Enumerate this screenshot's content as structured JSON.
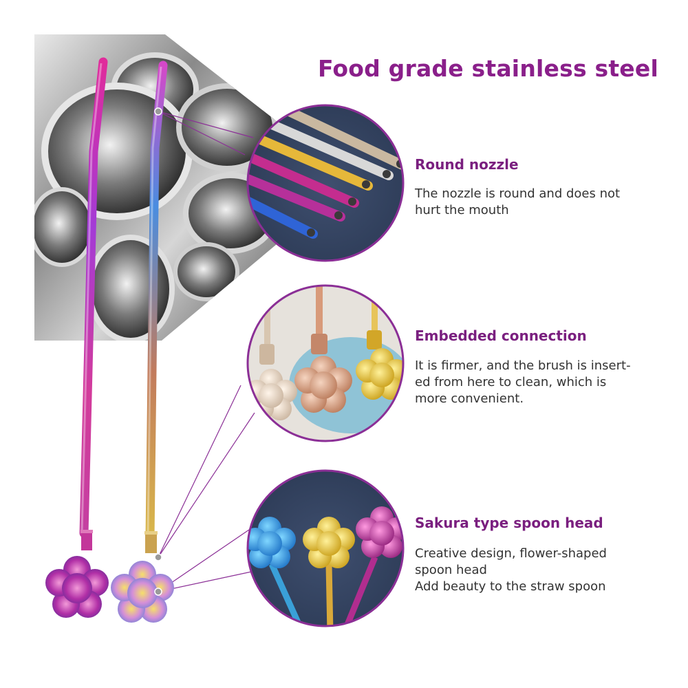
{
  "header": {
    "title": "Food grade stainless steel"
  },
  "features": [
    {
      "title": "Round nozzle",
      "desc_lines": [
        "The nozzle is round and does not",
        "hurt the mouth"
      ]
    },
    {
      "title": "Embedded connection",
      "desc_lines": [
        "It is firmer, and the brush is insert-",
        "ed from here to clean, which is",
        "more convenient."
      ]
    },
    {
      "title": "Sakura type spoon head",
      "desc_lines": [
        "Creative design, flower-shaped",
        "spoon head",
        "Add beauty to the straw spoon"
      ]
    }
  ],
  "colors": {
    "title": "#8a1f8a",
    "accent": "#7a1f7f",
    "circle_ring": "#8b2f96",
    "text": "#333333"
  }
}
